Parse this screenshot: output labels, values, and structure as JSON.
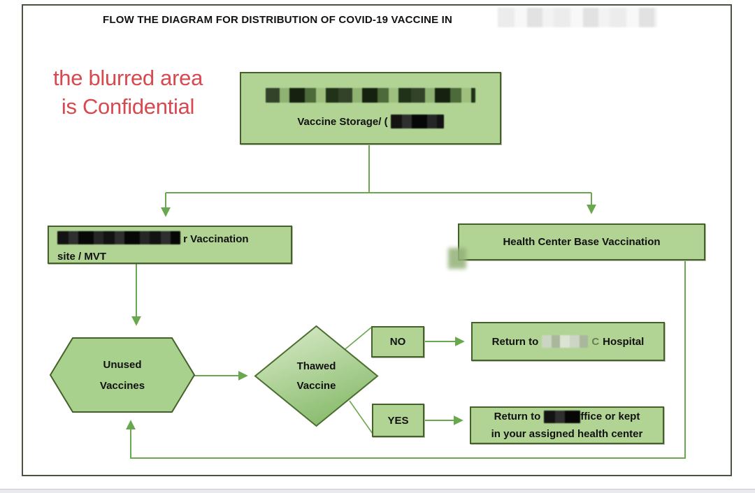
{
  "header": {
    "title_prefix": "FLOW THE DIAGRAM FOR DISTRIBUTION OF COVID-19 VACCINE IN"
  },
  "note": {
    "line1": "the blurred area",
    "line2": "is Confidential"
  },
  "nodes": {
    "storage": {
      "line2_prefix": "Vaccine Storage/ ("
    },
    "mvt": {
      "line1_suffix": "r Vaccination",
      "line2": "site / MVT"
    },
    "health_center": {
      "label": "Health Center Base Vaccination"
    },
    "unused_vaccines": {
      "line1": "Unused",
      "line2": "Vaccines"
    },
    "thawed_vaccine": {
      "line1": "Thawed",
      "line2": "Vaccine"
    },
    "decision_no": {
      "label": "NO"
    },
    "decision_yes": {
      "label": "YES"
    },
    "return_hospital": {
      "prefix": "Return to",
      "partial": "C",
      "suffix": "Hospital"
    },
    "return_office": {
      "line1_prefix": "Return to ",
      "line1_suffix": "ffice or kept",
      "line2": "in your assigned health center"
    }
  },
  "redactions": [
    "title-location-name",
    "storage-box-first-line",
    "storage-box-name-after-paren",
    "mvt-box-site-name",
    "hospital-name",
    "office-name"
  ],
  "colors": {
    "box_fill": "#b1d494",
    "box_border": "#45612a",
    "connector_green": "#69a84f",
    "diamond_gradient_light": "#dcedcd",
    "diamond_gradient_dark": "#8cbd70",
    "note_red": "#d8494f",
    "text": "#111111",
    "page_border": "#49543f"
  }
}
